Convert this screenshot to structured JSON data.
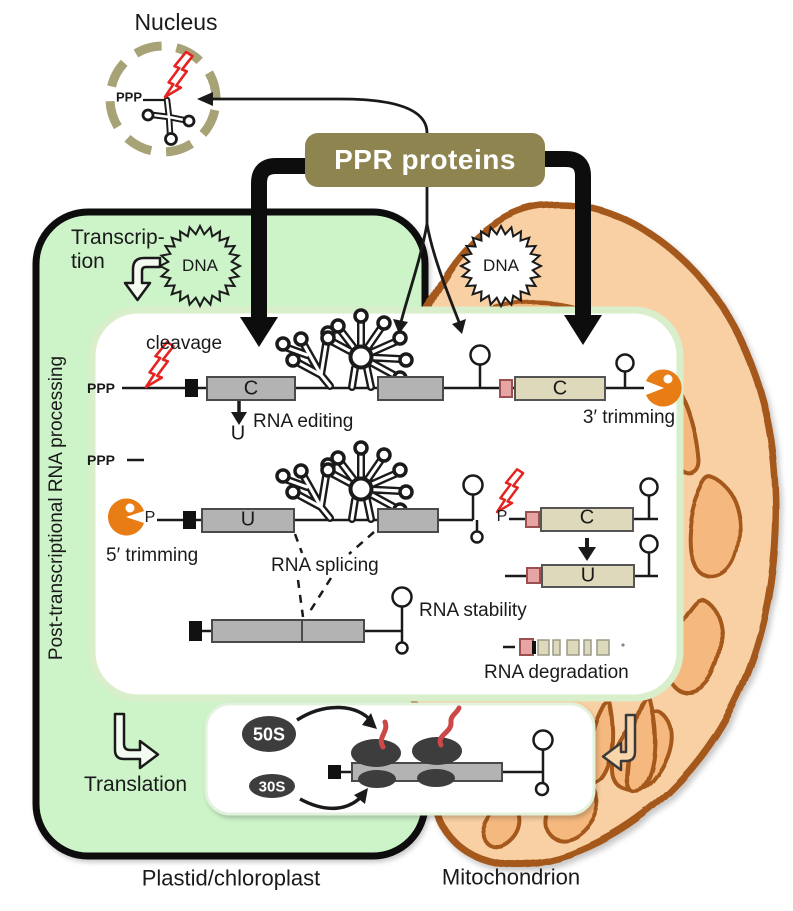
{
  "figure": {
    "nucleus": {
      "label": "Nucleus",
      "ppp": "PPP"
    },
    "ppr": {
      "label": "PPR proteins"
    },
    "plastid": {
      "name": "Plastid/chloroplast",
      "transcription": "Transcrip-\ntion",
      "dna": "DNA",
      "side_label": "Post-transcriptional RNA processing",
      "translation": "Translation"
    },
    "mitochondrion": {
      "name": "Mitochondrion",
      "dna": "DNA"
    },
    "processing": {
      "ppp_5prime": "PPP",
      "cleavage": "cleavage",
      "editing": {
        "from": "C",
        "to": "U",
        "label": "RNA editing"
      },
      "trimming_3": "3′ trimming",
      "ppp_released": "PPP",
      "phosphate_1": "P",
      "exon_u": "U",
      "trimming_5": "5′ trimming",
      "splicing": "RNA splicing",
      "phosphate_2": "P",
      "mito_exon_c": "C",
      "mito_edit_from": "C",
      "mito_edit_to": "U",
      "stability": "RNA stability",
      "degradation": "RNA degradation"
    },
    "translation_detail": {
      "large_subunit": "50S",
      "small_subunit": "30S"
    }
  },
  "colors": {
    "plastid_fill": "#cdf3c9",
    "plastid_border": "#111111",
    "mito_fill": "#f9d0a4",
    "mito_border": "#a5581b",
    "crista_fill": "#f5b87f",
    "ppr_box": "#8e8450",
    "panel_border": "#d9eecb",
    "gray_exon": "#b3b3b3",
    "beige_exon": "#ded9ba",
    "pink_cap": "#e7a4a4",
    "pacman": "#e87c15",
    "lightning": "#e52421",
    "ribosome": "#3d3d3d",
    "peptide": "#cc4747",
    "nucleus_dash": "#a8a277"
  }
}
